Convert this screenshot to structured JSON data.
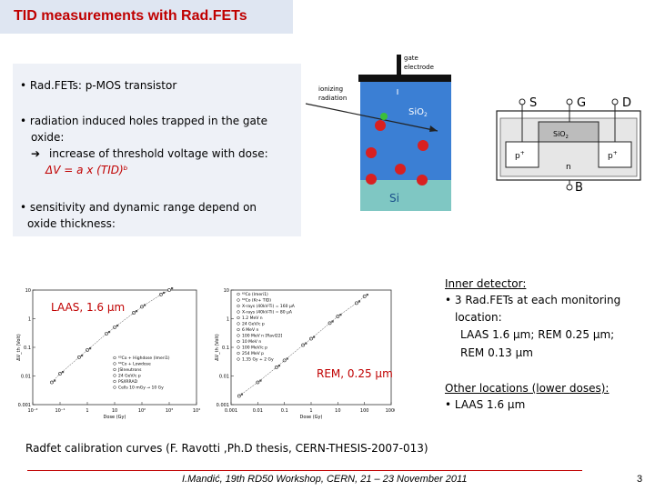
{
  "slide": {
    "title": "TID measurements  with Rad.FETs",
    "bullets": {
      "b1": "• Rad.FETs: p-MOS transistor",
      "b2_line1": "• radiation induced holes trapped in the gate",
      "b2_line2": "oxide:",
      "b2_arrow": "➔",
      "b2_line3": "increase of threshold voltage with dose:",
      "formula": "ΔV = a x (TID)ᵇ",
      "b3_line1": "• sensitivity and dynamic range depend on",
      "b3_line2": "oxide thickness:"
    },
    "diagram": {
      "gate_label_1": "gate",
      "gate_label_2": "electrode",
      "ionizing_1": "ionizing",
      "ionizing_2": "radiation",
      "sio2": "SiO",
      "sio2_sub": "2",
      "si": "Si",
      "plus": "+",
      "minus": "-"
    },
    "transistor": {
      "S": "S",
      "G": "G",
      "D": "D",
      "B": "B",
      "sio2": "SiO",
      "sio2_sub": "2",
      "p_left": "p",
      "p_right": "p",
      "sup": "+",
      "n": "n"
    },
    "labels": {
      "laas": "LAAS, 1.6 µm",
      "rem": "REM, 0.25 µm"
    },
    "right_text": {
      "inner": "Inner detector:",
      "l1": "• 3 Rad.FETs at each monitoring",
      "l2": "location:",
      "l3": "LAAS 1.6 µm; REM 0.25 µm;",
      "l4": "REM 0.13 µm",
      "other": "Other locations (lower doses):",
      "l5": "• LAAS 1.6 µm"
    },
    "caption": "Radfet calibration curves (F. Ravotti ,Ph.D thesis, CERN-THESIS-2007-013)",
    "footer": "I.Mandić, 19th RD50 Workshop, CERN, 21 – 23 November 2011",
    "page": "3"
  },
  "colors": {
    "accent": "#c00000",
    "oxide": "#3b7fd4",
    "silicon": "#7fc7c3",
    "hole": "#d92020"
  },
  "chart_data": [
    {
      "type": "scatter",
      "title": "",
      "xlabel": "Dose (Gy)",
      "ylabel": "ΔV_th (Volt)",
      "x_ticks": [
        "10⁻²",
        "10⁻¹",
        "1",
        "10",
        "10²",
        "10³",
        "10⁴"
      ],
      "y_ticks": [
        "10",
        "1",
        "0.1",
        "0.01",
        "0.001"
      ],
      "legend": [
        "⁶⁰Co + Highdose (lmeri1)",
        "⁶⁰Co + Lowdose",
        "JSIneutrons",
        "24 GeV/c p",
        "PS/IRRAD",
        "Cells 10 mGy → 10 Gy"
      ],
      "series": [
        {
          "x": [
            0.05,
            0.1,
            0.5,
            1,
            5,
            10,
            50,
            100,
            500,
            1000
          ],
          "y": [
            0.006,
            0.012,
            0.045,
            0.08,
            0.3,
            0.5,
            1.6,
            2.6,
            7,
            10
          ]
        }
      ]
    },
    {
      "type": "scatter",
      "title": "",
      "xlabel": "Dose (Gy)",
      "ylabel": "ΔV_th (Volt)",
      "x_ticks": [
        "0.001",
        "0.01",
        "0.1",
        "1",
        "10",
        "100",
        "1000"
      ],
      "y_ticks": [
        "10",
        "1",
        "0.1",
        "0.01",
        "0.001"
      ],
      "legend": [
        "⁶⁰Co (lmeri1)",
        "⁶⁰Co (Kr+ TID)",
        "X-rays (40kV-Ti) = 160 µA",
        "X-rays (40kV-Ti) = 80 µA",
        "1.2 MeV n",
        "24 GeV/c p",
        "6 MeV n",
        "100 MeV n [Ravl22]",
        "10 MeV n",
        "100 MeV/c p",
        "254 MeV p",
        "1.35 Gy ÷ 2 Gy"
      ],
      "series": [
        {
          "x": [
            0.002,
            0.01,
            0.05,
            0.1,
            0.5,
            1,
            5,
            10,
            50,
            100
          ],
          "y": [
            0.002,
            0.006,
            0.02,
            0.035,
            0.12,
            0.2,
            0.7,
            1.2,
            3.5,
            6
          ]
        }
      ]
    }
  ]
}
